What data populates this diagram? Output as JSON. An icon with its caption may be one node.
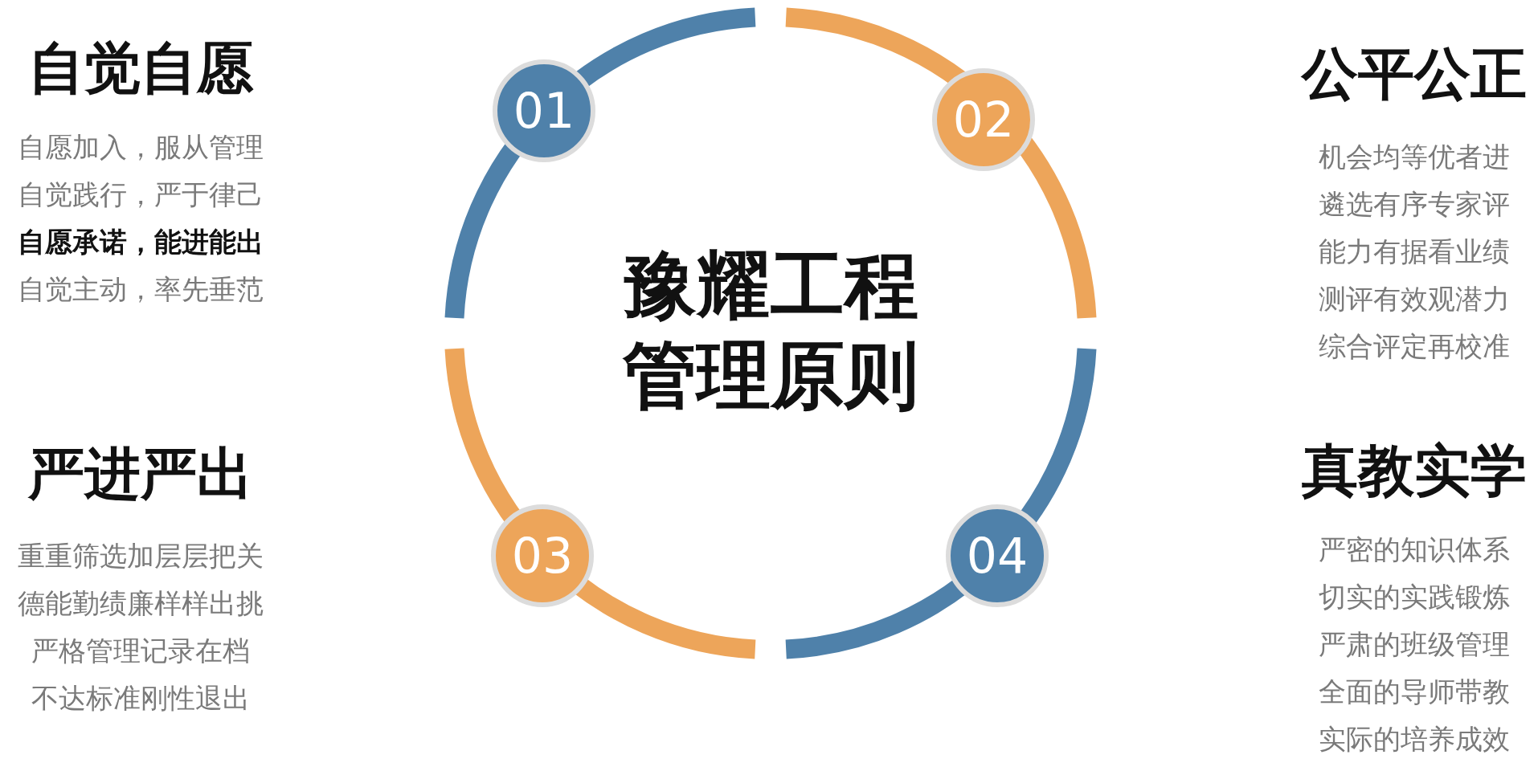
{
  "diagram": {
    "title": "豫耀工程管理原则",
    "nodes": [
      {
        "text": [
          "01"
        ]
      },
      {
        "text": [
          "02"
        ]
      },
      {
        "text": [
          "03"
        ]
      },
      {
        "text": [
          "04"
        ]
      }
    ],
    "labels": [
      "自觉自愿",
      "自愿加入，服从管理",
      "自觉践行，严于律己",
      "自愿承诺，能进能出",
      "自觉主动，率先垂范",
      "公平公正",
      "机会均等优者进",
      "遴选有序专家评",
      "能力有据看业绩",
      "测评有效观潜力",
      "综合评定再校准",
      "严进严出",
      "重重筛选加层层把关",
      "德能勤绩廉样样出挑",
      "严格管理记录在档",
      "不达标准刚性退出",
      "真教实学",
      "严密的知识体系",
      "切实的实践锻炼",
      "严肃的班级管理",
      "全面的导师带教",
      "实际的培养成效"
    ]
  }
}
